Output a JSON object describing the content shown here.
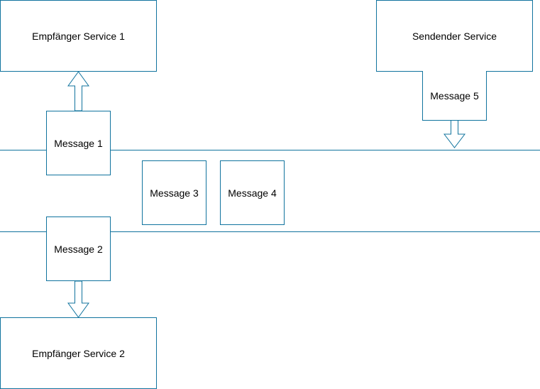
{
  "colors": {
    "stroke": "#10739e",
    "fill": "#ffffff",
    "text": "#000000"
  },
  "services": {
    "receiver1": "Empfänger Service 1",
    "sender": "Sendender Service",
    "receiver2": "Empfänger Service 2"
  },
  "messages": {
    "m1": "Message 1",
    "m2": "Message 2",
    "m3": "Message 3",
    "m4": "Message 4",
    "m5": "Message 5"
  }
}
